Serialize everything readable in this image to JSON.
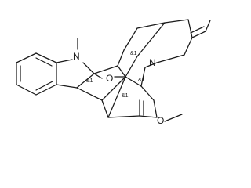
{
  "molecule": {
    "atoms": {
      "n_indoline": "N",
      "n_bridge": "N",
      "o_ether": "O",
      "o_ester": "O"
    },
    "stereo_labels": {
      "s1": "&1",
      "s2": "&1",
      "s3": "&1",
      "s4": "&1"
    }
  }
}
